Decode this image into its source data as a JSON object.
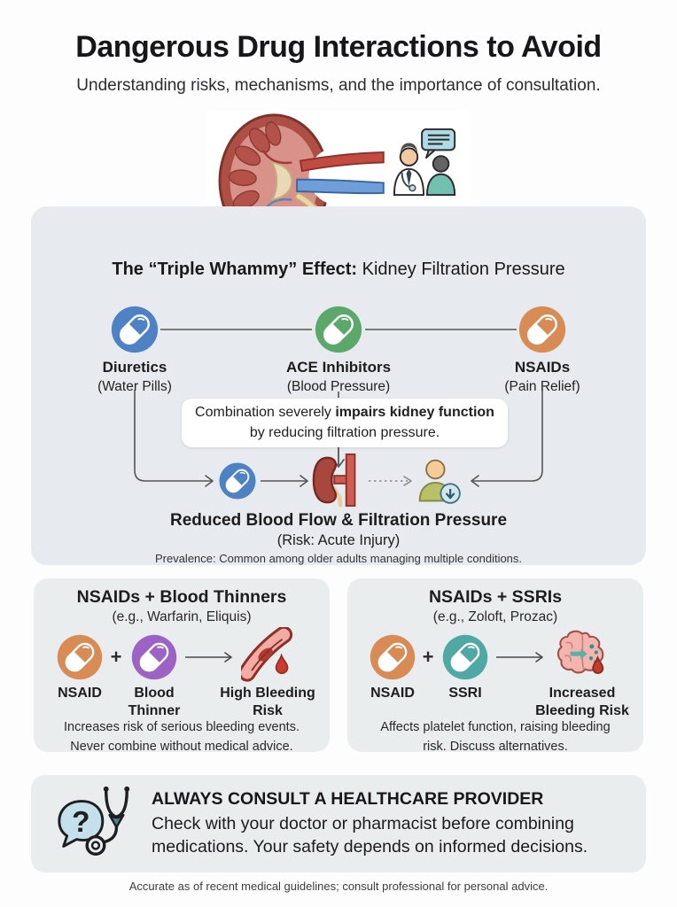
{
  "page": {
    "title": "Dangerous Drug Interactions to Avoid",
    "subtitle": "Understanding risks, mechanisms, and the importance of consultation.",
    "footer": "Accurate as of recent medical guidelines; consult professional for personal advice."
  },
  "colors": {
    "blue": "#4d82c4",
    "green": "#5ca86b",
    "orange": "#d98b55",
    "purple": "#9c62c4",
    "teal": "#4fa8a3",
    "panel_bg": "#e7eaee",
    "card_bg": "#e9edee",
    "note_bg": "#ffffff",
    "line": "#555555"
  },
  "icons": {
    "pill-icon": "capsule in colored circle",
    "kidney-icon": "kidney cross-section",
    "doctor-patient-icon": "doctor consulting patient with speech bubble",
    "kidney-artery-icon": "kidney with artery",
    "patient-decline-icon": "person with down-arrow badge",
    "bleeding-vessel-icon": "blood vessel with blood drop",
    "brain-bleeding-icon": "brain with drop and platelet dots",
    "consult-icon": "question speech bubble with stethoscope",
    "question_mark": "?",
    "down_arrow": "↓"
  },
  "triple_whammy": {
    "heading_bold": "The “Triple Whammy” Effect:",
    "heading_rest": " Kidney Filtration Pressure",
    "drugs": [
      {
        "name": "Diuretics",
        "sub": "(Water Pills)",
        "color": "#4d82c4"
      },
      {
        "name": "ACE Inhibitors",
        "sub": "(Blood Pressure)",
        "color": "#5ca86b"
      },
      {
        "name": "NSAIDs",
        "sub": "(Pain Relief)",
        "color": "#d98b55"
      }
    ],
    "combo_pre": "Combination severely ",
    "combo_bold": "impairs kidney function",
    "combo_line2": "by reducing filtration pressure.",
    "result_title": "Reduced Blood Flow & Filtration Pressure",
    "result_sub": "(Risk: Acute Injury)",
    "prevalence": "Prevalence: Common among older adults managing multiple conditions."
  },
  "cards": [
    {
      "title": "NSAIDs + Blood Thinners",
      "subtitle": "(e.g., Warfarin, Eliquis)",
      "plus": "+",
      "item1": {
        "label": "NSAID",
        "color": "#d98b55"
      },
      "item2": {
        "label": "Blood Thinner",
        "color": "#9c62c4"
      },
      "result_label": "High Bleeding Risk",
      "body_line1": "Increases risk of serious bleeding events.",
      "body_line2": "Never combine without medical advice."
    },
    {
      "title": "NSAIDs + SSRIs",
      "subtitle": "(e.g., Zoloft, Prozac)",
      "plus": "+",
      "item1": {
        "label": "NSAID",
        "color": "#d98b55"
      },
      "item2": {
        "label": "SSRI",
        "color": "#4fa8a3"
      },
      "result_label": "Increased Bleeding Risk",
      "body_line1": "Affects platelet function, raising bleeding",
      "body_line2": "risk. Discuss alternatives."
    }
  ],
  "banner": {
    "title": "ALWAYS CONSULT A HEALTHCARE PROVIDER",
    "line1": "Check with your doctor or pharmacist before combining",
    "line2": "medications. Your safety depends on informed decisions."
  }
}
